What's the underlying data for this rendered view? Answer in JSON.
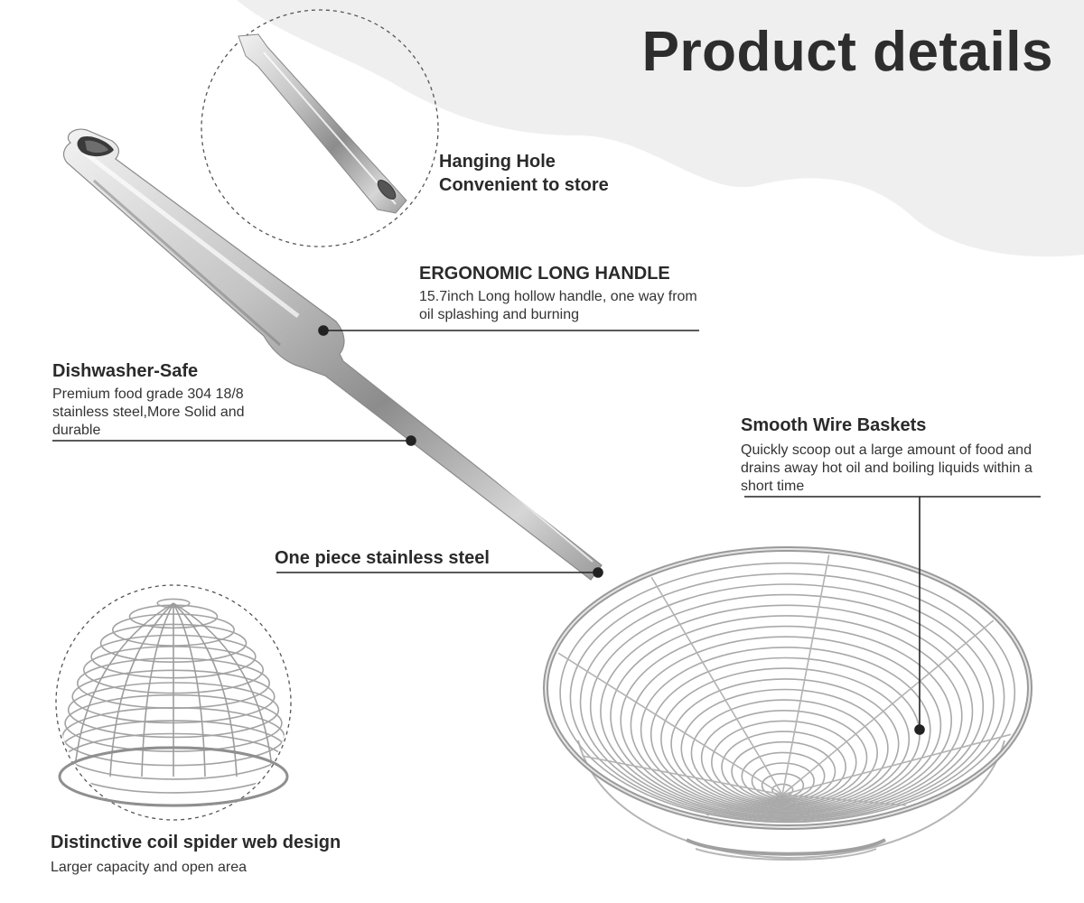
{
  "page": {
    "title": "Product details",
    "background_shape_color": "#efefef"
  },
  "features": {
    "hanging_hole": {
      "line1": "Hanging Hole",
      "line2": "Convenient to store"
    },
    "long_handle": {
      "heading": "ERGONOMIC LONG HANDLE",
      "description": "15.7inch Long hollow handle, one way from oil splashing and burning"
    },
    "dishwasher": {
      "heading": "Dishwasher-Safe",
      "description": "Premium food grade 304 18/8 stainless steel,More Solid and durable"
    },
    "wire_basket": {
      "heading": "Smooth Wire Baskets",
      "description": "Quickly scoop out a large amount of food and drains away hot oil and boiling liquids within a short time"
    },
    "one_piece": {
      "heading": "One piece stainless steel"
    },
    "spider_web": {
      "heading": "Distinctive coil spider web design",
      "description": "Larger capacity and open area"
    }
  }
}
